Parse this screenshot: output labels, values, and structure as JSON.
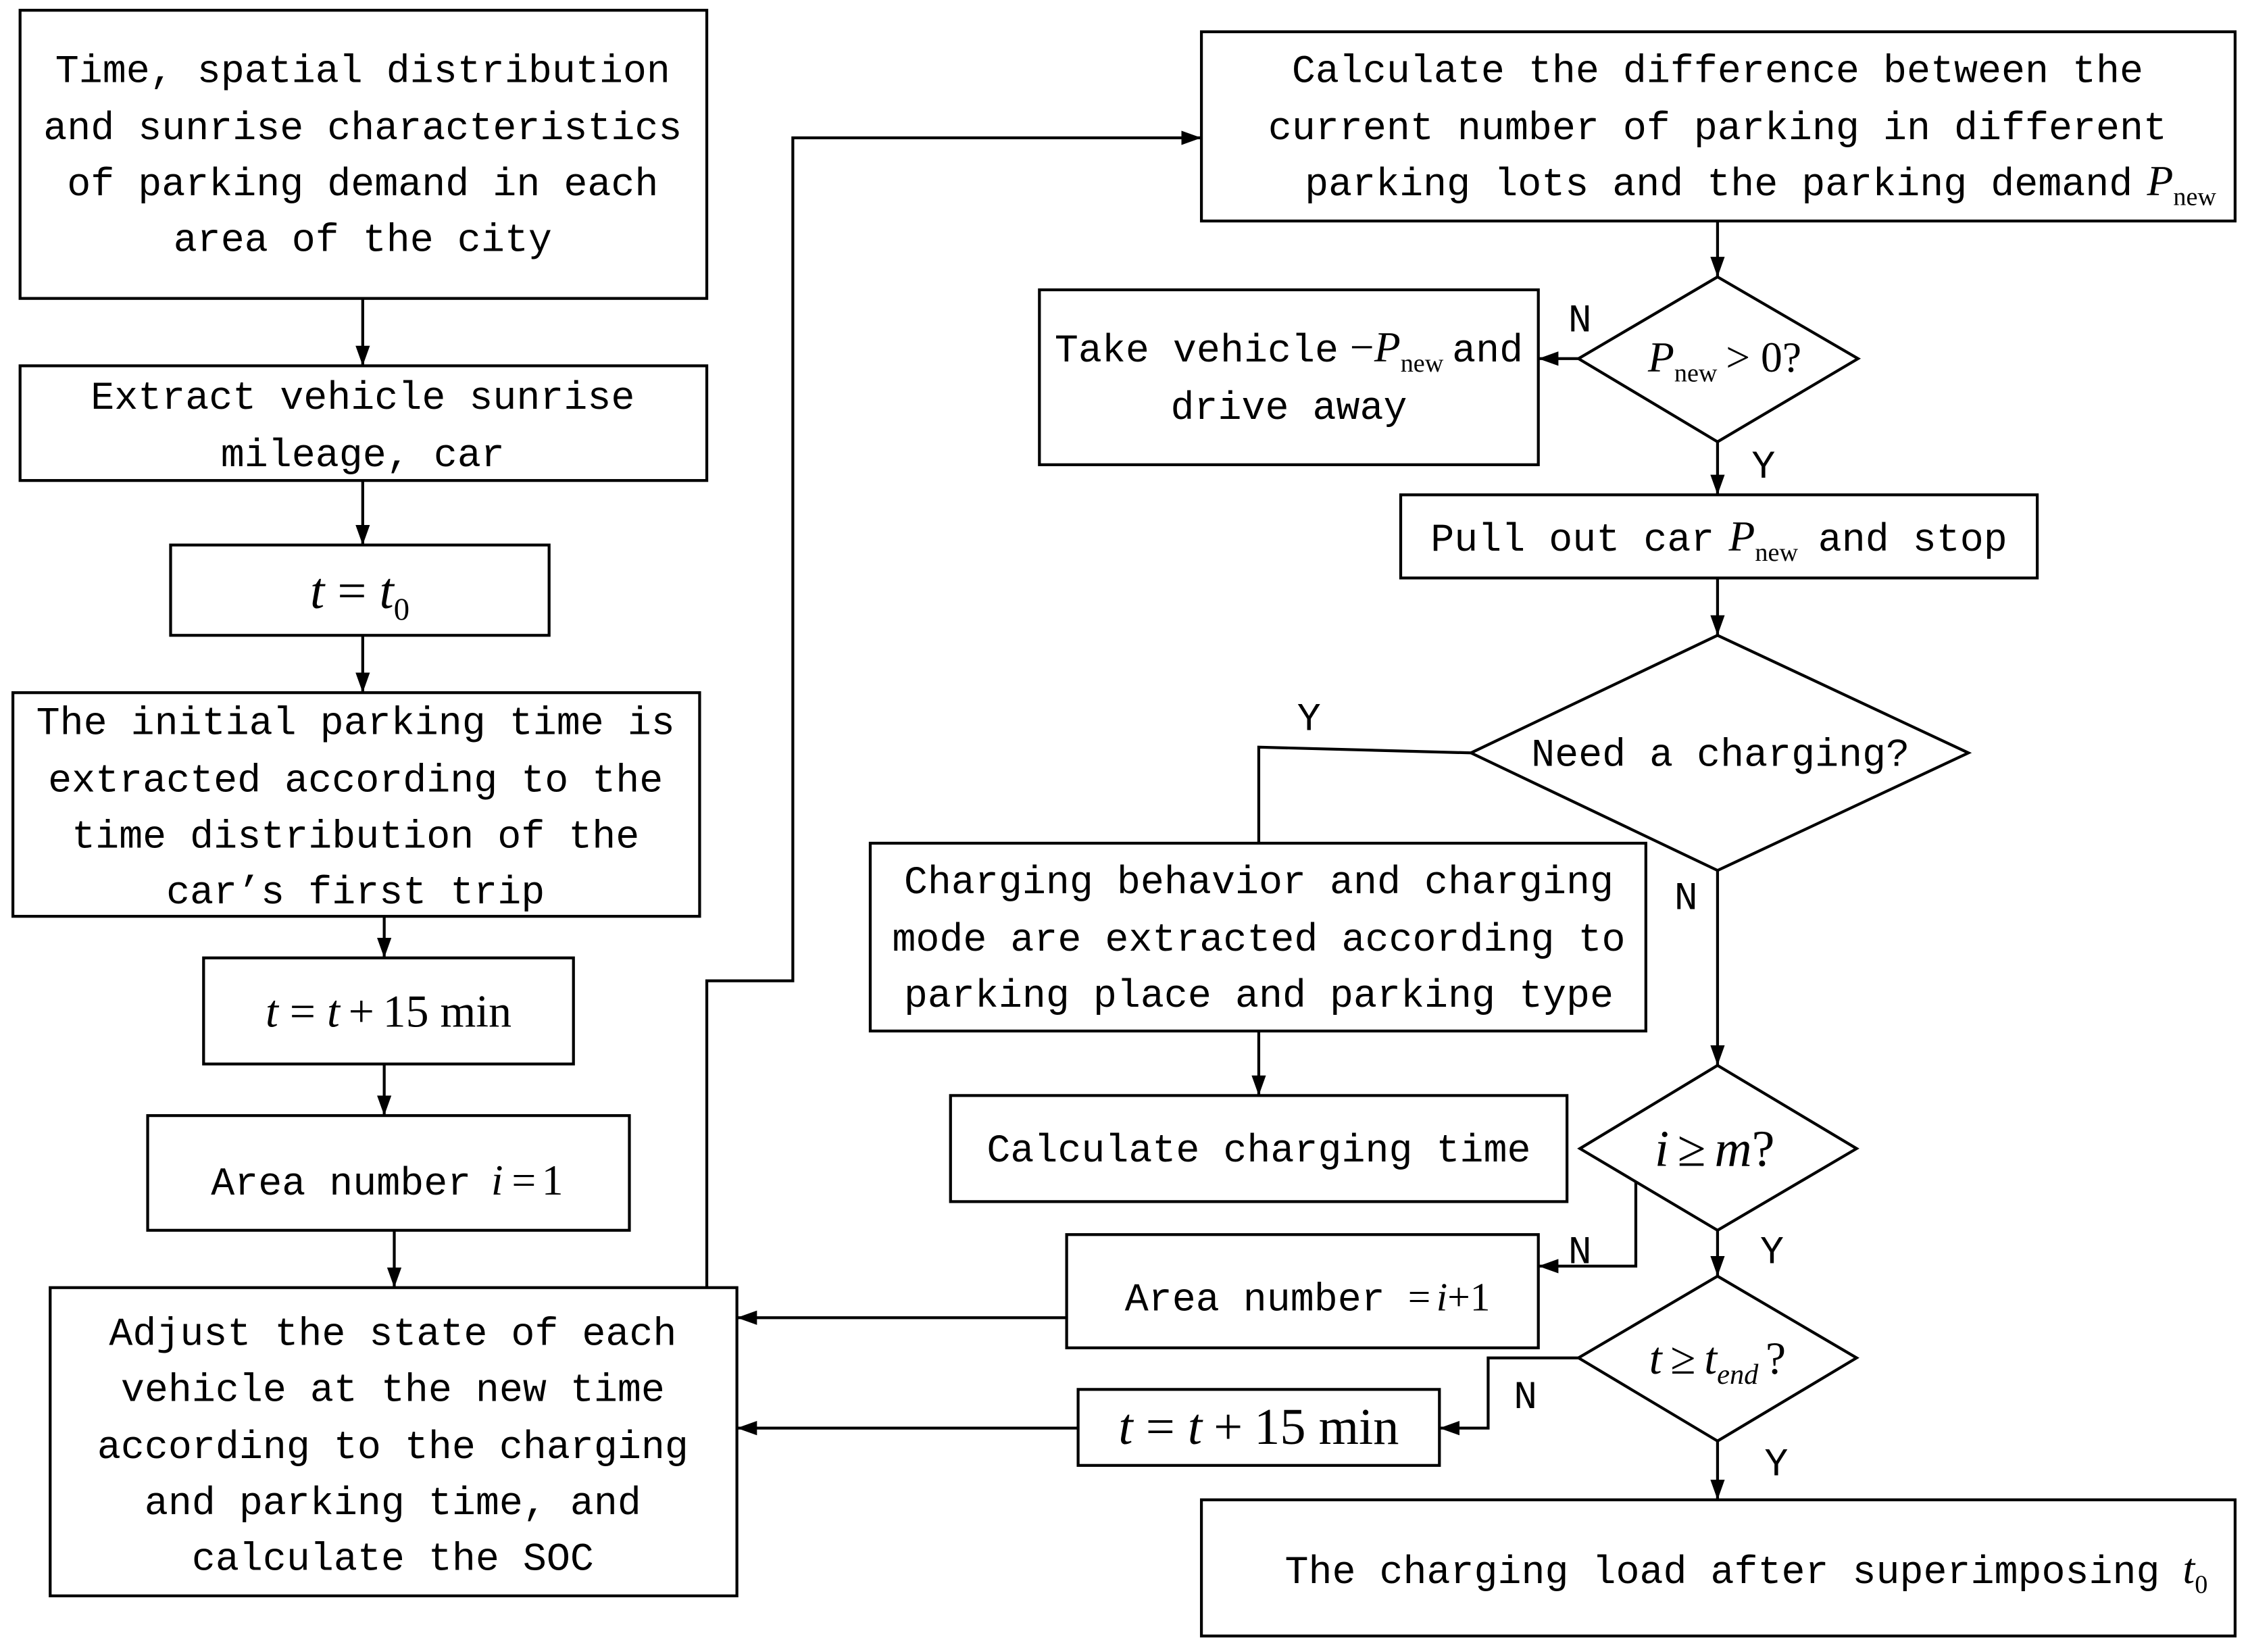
{
  "steps": {
    "demand_characteristics": {
      "lines": [
        "Time, spatial distribution",
        "and sunrise characteristics",
        "of parking demand in each",
        "area of the city"
      ]
    },
    "extract_mileage": {
      "lines": [
        "Extract vehicle sunrise",
        "mileage, car"
      ]
    },
    "init_time": {
      "lhs": "t",
      "op": "=",
      "rhs": "t",
      "rhs_sub": "0"
    },
    "initial_parking_time": {
      "lines": [
        "The initial parking time is",
        "extracted according to the",
        "time distribution of the",
        "car’s first trip"
      ]
    },
    "time_step": {
      "lhs": "t",
      "op": "=",
      "rhs": "t",
      "plus": "+",
      "amount": "15",
      "unit": "min"
    },
    "area_init": {
      "label": "Area number",
      "var": "i",
      "op": "=",
      "value": "1"
    },
    "adjust_state": {
      "lines": [
        "Adjust the state of each",
        "vehicle at the new time",
        "according to the charging",
        "and parking time, and",
        "calculate the SOC"
      ]
    },
    "calc_difference": {
      "lines": [
        "Calculate the difference between the",
        "current number of parking in different",
        "parking lots and the parking demand"
      ],
      "symbol": "P",
      "symbol_sub": "new"
    },
    "pnew_check": {
      "symbol": "P",
      "symbol_sub": "new",
      "condition": "> 0?"
    },
    "take_vehicle": {
      "prefix": "Take vehicle",
      "sign": "−",
      "symbol": "P",
      "symbol_sub": "new",
      "suffix": "and",
      "line2": "drive away"
    },
    "pull_out": {
      "prefix": "Pull out car",
      "symbol": "P",
      "symbol_sub": "new",
      "suffix": "and stop"
    },
    "need_charging": {
      "question": "Need a charging?"
    },
    "charging_behavior": {
      "lines": [
        "Charging behavior and charging",
        "mode are extracted according to",
        "parking place and parking type"
      ]
    },
    "charging_time": {
      "label": "Calculate charging time"
    },
    "area_check": {
      "var": "i",
      "op": "≥",
      "bound": "m",
      "q": "?"
    },
    "area_increment": {
      "label": "Area number",
      "op": "=",
      "var": "i",
      "plus": "+",
      "value": "1"
    },
    "end_check": {
      "lhs": "t",
      "op": "≥",
      "rhs": "t",
      "rhs_sub": "end",
      "q": "?"
    },
    "time_step_loop": {
      "lhs": "t",
      "op": "=",
      "rhs": "t",
      "plus": "+",
      "amount": "15",
      "unit": "min"
    },
    "result": {
      "label": "The charging load after superimposing",
      "symbol": "t",
      "symbol_sub": "0"
    }
  },
  "branch_labels": {
    "pnew_no": "N",
    "pnew_yes": "Y",
    "charging_yes": "Y",
    "charging_no": "N",
    "area_no": "N",
    "area_yes": "Y",
    "end_no": "N",
    "end_yes": "Y"
  }
}
